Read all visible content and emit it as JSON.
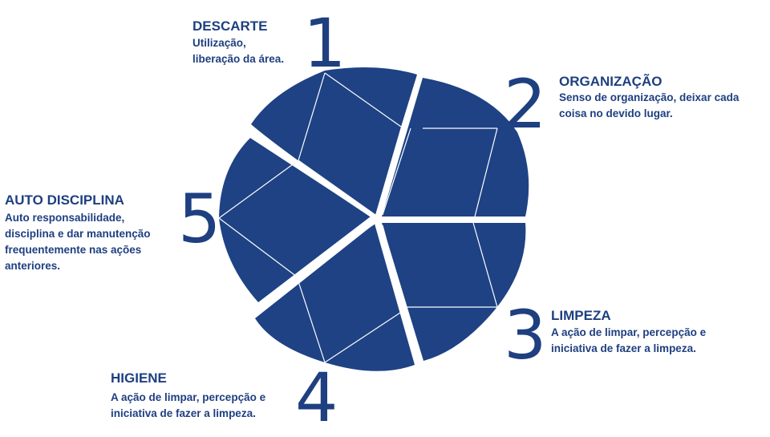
{
  "colors": {
    "segment": "#1e4284",
    "line": "#ffffff",
    "text": "#1e3f80"
  },
  "steps": [
    {
      "number": "1",
      "title": "DESCARTE",
      "description": "Utilização,\nliberação da área."
    },
    {
      "number": "2",
      "title": "ORGANIZAÇÃO",
      "description": "Senso de organização, deixar cada\ncoisa no devido lugar."
    },
    {
      "number": "3",
      "title": "LIMPEZA",
      "description": "A ação de limpar, percepção e\niniciativa de fazer a limpeza."
    },
    {
      "number": "4",
      "title": "HIGIENE",
      "description": "A ação de limpar, percepção e\niniciativa de fazer a limpeza."
    },
    {
      "number": "5",
      "title": "AUTO DISCIPLINA",
      "description": "Auto responsabilidade,\ndisciplina e dar manutenção\nfrequentemente nas ações\nanteriores."
    }
  ]
}
